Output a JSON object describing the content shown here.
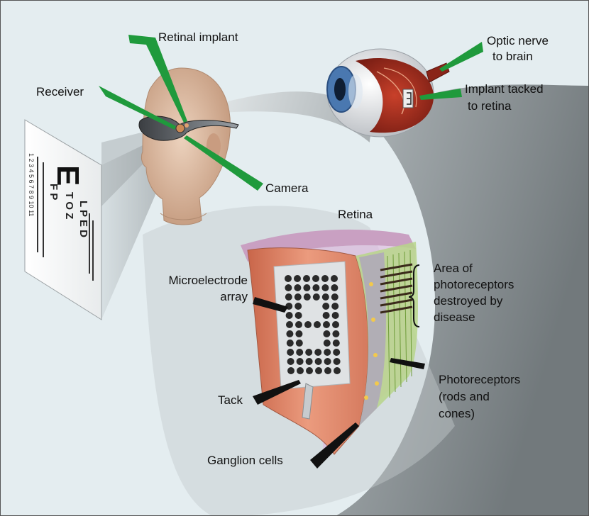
{
  "labels": {
    "retinal_implant": "Retinal implant",
    "receiver": "Receiver",
    "camera": "Camera",
    "optic_nerve_1": "Optic nerve",
    "optic_nerve_2": "to brain",
    "implant_tacked_1": "Implant tacked",
    "implant_tacked_2": "to retina",
    "retina": "Retina",
    "microelectrode_1": "Microelectrode",
    "microelectrode_2": "array",
    "area_1": "Area of",
    "area_2": "photoreceptors",
    "area_3": "destroyed by",
    "area_4": "disease",
    "tack": "Tack",
    "photoreceptors_1": "Photoreceptors",
    "photoreceptors_2": "(rods and",
    "photoreceptors_3": "cones)",
    "ganglion": "Ganglion cells"
  },
  "colors": {
    "background": "#e4edf0",
    "leader_green": "#1f9a3c",
    "leader_black": "#111111",
    "skin": "#d9b59b",
    "tissue_orange": "#e08a6a",
    "implant_silver": "#dfe2e4",
    "electrode": "#2a2a2a"
  }
}
